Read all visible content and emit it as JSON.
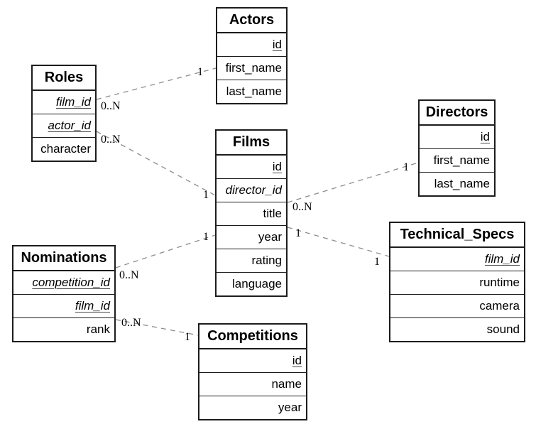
{
  "diagram": {
    "kind": "entity-relationship-diagram",
    "background_color": "#ffffff",
    "border_color": "#1c1c1c",
    "relationship_line_color": "#8c8c8c"
  },
  "entities": [
    {
      "name": "Actors",
      "fields": [
        {
          "name": "id",
          "pk": true,
          "fk": false
        },
        {
          "name": "first_name",
          "pk": false,
          "fk": false
        },
        {
          "name": "last_name",
          "pk": false,
          "fk": false
        }
      ]
    },
    {
      "name": "Roles",
      "fields": [
        {
          "name": "film_id",
          "pk": true,
          "fk": true
        },
        {
          "name": "actor_id",
          "pk": true,
          "fk": true
        },
        {
          "name": "character",
          "pk": false,
          "fk": false
        }
      ]
    },
    {
      "name": "Films",
      "fields": [
        {
          "name": "id",
          "pk": true,
          "fk": false
        },
        {
          "name": "director_id",
          "pk": false,
          "fk": true
        },
        {
          "name": "title",
          "pk": false,
          "fk": false
        },
        {
          "name": "year",
          "pk": false,
          "fk": false
        },
        {
          "name": "rating",
          "pk": false,
          "fk": false
        },
        {
          "name": "language",
          "pk": false,
          "fk": false
        }
      ]
    },
    {
      "name": "Directors",
      "fields": [
        {
          "name": "id",
          "pk": true,
          "fk": false
        },
        {
          "name": "first_name",
          "pk": false,
          "fk": false
        },
        {
          "name": "last_name",
          "pk": false,
          "fk": false
        }
      ]
    },
    {
      "name": "Nominations",
      "fields": [
        {
          "name": "competition_id",
          "pk": true,
          "fk": true
        },
        {
          "name": "film_id",
          "pk": true,
          "fk": true
        },
        {
          "name": "rank",
          "pk": false,
          "fk": false
        }
      ]
    },
    {
      "name": "Technical_Specs",
      "fields": [
        {
          "name": "film_id",
          "pk": true,
          "fk": true
        },
        {
          "name": "runtime",
          "pk": false,
          "fk": false
        },
        {
          "name": "camera",
          "pk": false,
          "fk": false
        },
        {
          "name": "sound",
          "pk": false,
          "fk": false
        }
      ]
    },
    {
      "name": "Competitions",
      "fields": [
        {
          "name": "id",
          "pk": true,
          "fk": false
        },
        {
          "name": "name",
          "pk": false,
          "fk": false
        },
        {
          "name": "year",
          "pk": false,
          "fk": false
        }
      ]
    }
  ],
  "relationships": [
    {
      "from": "Roles",
      "to": "Actors",
      "from_card": "0..N",
      "to_card": "1"
    },
    {
      "from": "Roles",
      "to": "Films",
      "from_card": "0..N",
      "to_card": "1"
    },
    {
      "from": "Films",
      "to": "Directors",
      "from_card": "0..N",
      "to_card": "1"
    },
    {
      "from": "Films",
      "to": "Technical_Specs",
      "from_card": "1",
      "to_card": "1"
    },
    {
      "from": "Nominations",
      "to": "Films",
      "from_card": "0..N",
      "to_card": "1"
    },
    {
      "from": "Nominations",
      "to": "Competitions",
      "from_card": "0..N",
      "to_card": "1"
    }
  ]
}
